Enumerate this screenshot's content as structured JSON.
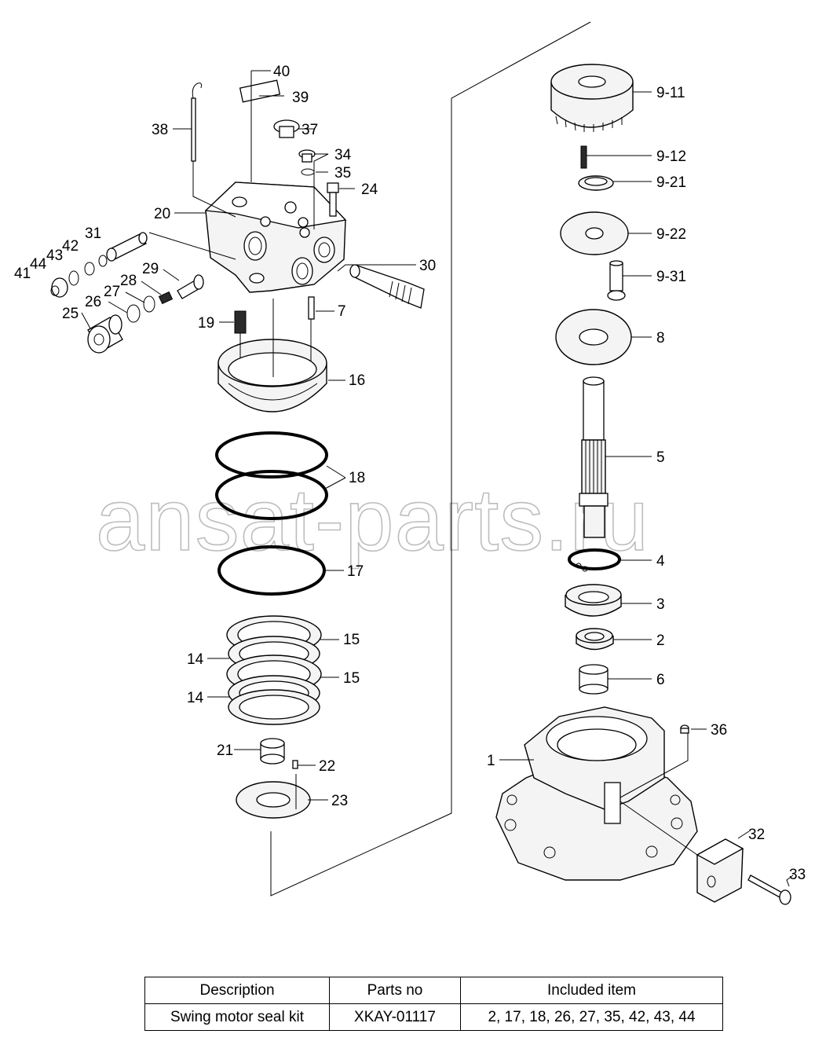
{
  "diagram": {
    "watermark": "ansat-parts.ru",
    "callouts": [
      "40",
      "39",
      "38",
      "37",
      "34",
      "35",
      "24",
      "20",
      "31",
      "42",
      "43",
      "44",
      "41",
      "30",
      "29",
      "28",
      "27",
      "26",
      "25",
      "19",
      "7",
      "16",
      "18",
      "17",
      "15",
      "14",
      "15",
      "14",
      "21",
      "22",
      "23",
      "9-11",
      "9-12",
      "9-21",
      "9-22",
      "9-31",
      "8",
      "5",
      "4",
      "3",
      "2",
      "6",
      "36",
      "1",
      "32",
      "33"
    ]
  },
  "table": {
    "headers": [
      "Description",
      "Parts no",
      "Included item"
    ],
    "rows": [
      [
        "Swing motor seal kit",
        "XKAY-01117",
        "2, 17, 18, 26, 27, 35, 42, 43, 44"
      ]
    ]
  }
}
